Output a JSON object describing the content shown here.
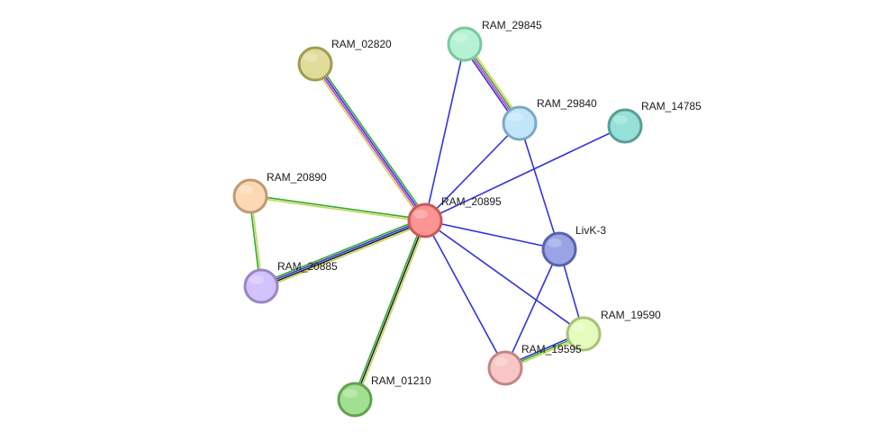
{
  "nodes": [
    {
      "id": "RAM_20895",
      "label": "RAM_20895",
      "fill": "#fc9494",
      "stroke": "#c85a5a"
    },
    {
      "id": "RAM_29845",
      "label": "RAM_29845",
      "fill": "#b5f2d3",
      "stroke": "#7bc89c"
    },
    {
      "id": "RAM_02820",
      "label": "RAM_02820",
      "fill": "#dfdb99",
      "stroke": "#a19c52"
    },
    {
      "id": "RAM_29840",
      "label": "RAM_29840",
      "fill": "#c3e5fa",
      "stroke": "#7ea8c4"
    },
    {
      "id": "RAM_14785",
      "label": "RAM_14785",
      "fill": "#95e0d8",
      "stroke": "#579e96"
    },
    {
      "id": "RAM_20890",
      "label": "RAM_20890",
      "fill": "#fcd8b4",
      "stroke": "#c09a74"
    },
    {
      "id": "RAM_20885",
      "label": "RAM_20885",
      "fill": "#d3c2fb",
      "stroke": "#9a85c4"
    },
    {
      "id": "LivK-3",
      "label": "LivK-3",
      "fill": "#99a3e5",
      "stroke": "#5a63a8"
    },
    {
      "id": "RAM_19590",
      "label": "RAM_19590",
      "fill": "#e4fbbc",
      "stroke": "#a6c27a"
    },
    {
      "id": "RAM_19595",
      "label": "RAM_19595",
      "fill": "#f8c6c6",
      "stroke": "#c28585"
    },
    {
      "id": "RAM_01210",
      "label": "RAM_01210",
      "fill": "#a0e08e",
      "stroke": "#62a152"
    }
  ],
  "edges": [
    {
      "source": "RAM_20895",
      "target": "RAM_29845",
      "colors": [
        "#3333dd"
      ]
    },
    {
      "source": "RAM_20895",
      "target": "RAM_29840",
      "colors": [
        "#3333dd"
      ]
    },
    {
      "source": "RAM_20895",
      "target": "RAM_14785",
      "colors": [
        "#3333dd"
      ]
    },
    {
      "source": "RAM_20895",
      "target": "LivK-3",
      "colors": [
        "#3333dd"
      ]
    },
    {
      "source": "RAM_20895",
      "target": "RAM_19590",
      "colors": [
        "#3333dd"
      ]
    },
    {
      "source": "RAM_20895",
      "target": "RAM_19595",
      "colors": [
        "#3333dd"
      ]
    },
    {
      "source": "RAM_20895",
      "target": "RAM_02820",
      "colors": [
        "#c8d65a",
        "#cc33cc",
        "#3333dd",
        "#33aa33"
      ]
    },
    {
      "source": "RAM_20895",
      "target": "RAM_20890",
      "colors": [
        "#c8d65a",
        "#33aa33"
      ]
    },
    {
      "source": "RAM_20895",
      "target": "RAM_20885",
      "colors": [
        "#c8d65a",
        "#222222",
        "#3333dd",
        "#33aa33"
      ]
    },
    {
      "source": "RAM_20895",
      "target": "RAM_01210",
      "colors": [
        "#c8d65a",
        "#222222",
        "#33aa33"
      ]
    },
    {
      "source": "RAM_29845",
      "target": "RAM_29840",
      "colors": [
        "#c8d65a",
        "#33aa33",
        "#cc33cc",
        "#3333dd"
      ]
    },
    {
      "source": "RAM_29840",
      "target": "LivK-3",
      "colors": [
        "#3333dd"
      ]
    },
    {
      "source": "LivK-3",
      "target": "RAM_19590",
      "colors": [
        "#3333dd"
      ]
    },
    {
      "source": "LivK-3",
      "target": "RAM_19595",
      "colors": [
        "#3333dd"
      ]
    },
    {
      "source": "RAM_19590",
      "target": "RAM_19595",
      "colors": [
        "#c8d65a",
        "#33aa33",
        "#3333dd"
      ]
    },
    {
      "source": "RAM_20890",
      "target": "RAM_20885",
      "colors": [
        "#c8d65a",
        "#33aa33"
      ]
    }
  ]
}
